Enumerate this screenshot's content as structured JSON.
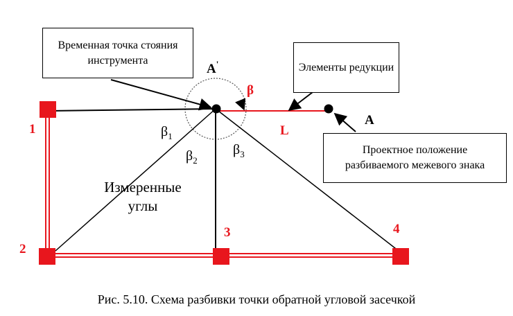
{
  "boxes": {
    "instrument": "Временная точка стояния инструмента",
    "reduction": "Элементы редукции",
    "design": "Проектное положение разбиваемого межевого знака"
  },
  "labels": {
    "a_prime": "A",
    "a_prime_mark": "'",
    "a": "A",
    "beta": "β",
    "l": "L",
    "beta1": "β",
    "beta1_sub": "1",
    "beta2": "β",
    "beta2_sub": "2",
    "beta3": "β",
    "beta3_sub": "3",
    "measured_angles": "Измеренные углы",
    "point1": "1",
    "point2": "2",
    "point3": "3",
    "point4": "4"
  },
  "caption": "Рис. 5.10. Схема разбивки точки обратной угловой засечкой",
  "colors": {
    "red": "#e8161d",
    "black": "#000000"
  }
}
